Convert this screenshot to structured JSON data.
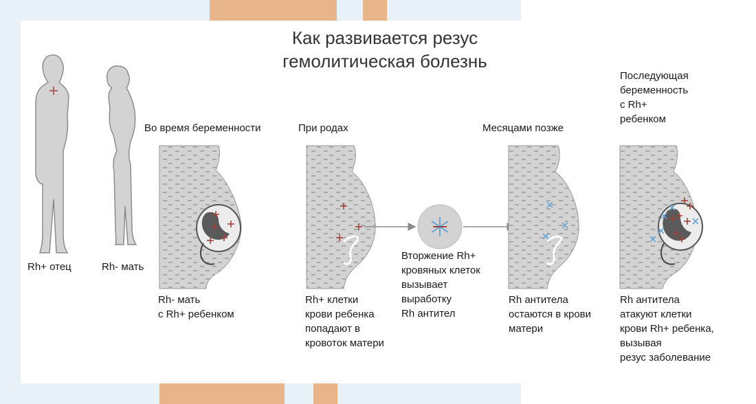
{
  "title": {
    "line1": "Как развивается резус",
    "line2": "гемолитическая болезнь"
  },
  "figures": {
    "father_label": "Rh+ отец",
    "mother_label": "Rh- мать"
  },
  "stages": [
    {
      "heading": "Во время беременности",
      "caption": [
        "Rh- мать",
        "с Rh+ ребенком"
      ]
    },
    {
      "heading": "При родах",
      "caption": [
        "Rh+ клетки",
        "крови ребенка",
        "попадают в",
        "кровоток матери"
      ]
    },
    {
      "heading": "",
      "caption": [
        "Вторжение Rh+",
        "кровяных клеток",
        "вызывает",
        "выработку",
        "Rh антител"
      ]
    },
    {
      "heading": "Месяцами позже",
      "caption": [
        "Rh антитела",
        "остаются в крови",
        "матери"
      ]
    },
    {
      "heading_lines": [
        "Последующая",
        "беременность",
        "с Rh+",
        "ребенком"
      ],
      "caption": [
        "Rh антитела",
        "атакуют клетки",
        "крови Rh+ ребенка,",
        "вызывая",
        "резус заболевание"
      ]
    }
  ],
  "colors": {
    "body_fill": "#d3d3d3",
    "body_stroke": "#9a9a9a",
    "plus_red": "#a0423a",
    "antibody_blue": "#6aa6d6",
    "arrow_gray": "#8a8a8a",
    "strip_orange": "#e8b48a"
  }
}
